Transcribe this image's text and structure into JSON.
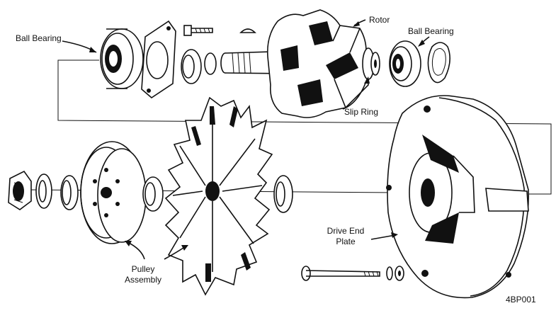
{
  "labels": {
    "ball_bearing_left": "Ball Bearing",
    "rotor": "Rotor",
    "ball_bearing_right": "Ball Bearing",
    "slip_ring": "Slip Ring",
    "pulley_line1": "Pulley",
    "pulley_line2": "Assembly",
    "drive_end_line1": "Drive End",
    "drive_end_line2": "Plate"
  },
  "figure_code": "4BP001"
}
